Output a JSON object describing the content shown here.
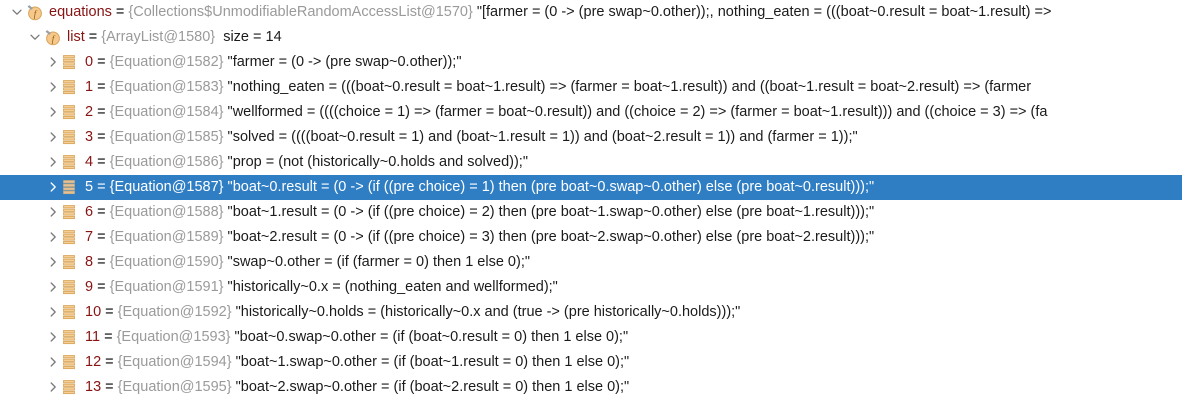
{
  "theme": {
    "background": "#ffffff",
    "selection_background": "#2f7ec4",
    "selection_text": "#ffffff",
    "name_color": "#871313",
    "type_color": "#9a9a9a",
    "value_color": "#1b1b1b",
    "icon_field_fill": "#f6c88a",
    "icon_field_stroke": "#c79345",
    "icon_list_fill": "#f5cb8c",
    "icon_list_stroke": "#c8984a"
  },
  "tree": {
    "rows": [
      {
        "indent": 0,
        "expanded": true,
        "has_children": true,
        "icon": "field-icon",
        "name": "equations",
        "equals": " = ",
        "type": "{Collections$UnmodifiableRandomAccessList@1570}",
        "value": " \"[farmer = (0 -> (pre swap~0.other));, nothing_eaten = (((boat~0.result = boat~1.result) =>",
        "selected": false
      },
      {
        "indent": 1,
        "expanded": true,
        "has_children": true,
        "icon": "field-icon",
        "name": "list",
        "equals": " = ",
        "type": "{ArrayList@1580}",
        "value": "  size = 14",
        "selected": false
      },
      {
        "indent": 2,
        "expanded": false,
        "has_children": true,
        "icon": "list-icon",
        "name": "0",
        "equals": " = ",
        "type": "{Equation@1582}",
        "value": " \"farmer = (0 -> (pre swap~0.other));\"",
        "selected": false
      },
      {
        "indent": 2,
        "expanded": false,
        "has_children": true,
        "icon": "list-icon",
        "name": "1",
        "equals": " = ",
        "type": "{Equation@1583}",
        "value": " \"nothing_eaten = (((boat~0.result = boat~1.result) => (farmer = boat~1.result)) and ((boat~1.result = boat~2.result) => (farmer",
        "selected": false
      },
      {
        "indent": 2,
        "expanded": false,
        "has_children": true,
        "icon": "list-icon",
        "name": "2",
        "equals": " = ",
        "type": "{Equation@1584}",
        "value": " \"wellformed = ((((choice = 1) => (farmer = boat~0.result)) and ((choice = 2) => (farmer = boat~1.result))) and ((choice = 3) => (fa",
        "selected": false
      },
      {
        "indent": 2,
        "expanded": false,
        "has_children": true,
        "icon": "list-icon",
        "name": "3",
        "equals": " = ",
        "type": "{Equation@1585}",
        "value": " \"solved = ((((boat~0.result = 1) and (boat~1.result = 1)) and (boat~2.result = 1)) and (farmer = 1));\"",
        "selected": false
      },
      {
        "indent": 2,
        "expanded": false,
        "has_children": true,
        "icon": "list-icon",
        "name": "4",
        "equals": " = ",
        "type": "{Equation@1586}",
        "value": " \"prop = (not (historically~0.holds and solved));\"",
        "selected": false
      },
      {
        "indent": 2,
        "expanded": false,
        "has_children": true,
        "icon": "list-icon",
        "name": "5",
        "equals": " = ",
        "type": "{Equation@1587}",
        "value": " \"boat~0.result = (0 -> (if ((pre choice) = 1) then (pre boat~0.swap~0.other) else (pre boat~0.result)));\"",
        "selected": true
      },
      {
        "indent": 2,
        "expanded": false,
        "has_children": true,
        "icon": "list-icon",
        "name": "6",
        "equals": " = ",
        "type": "{Equation@1588}",
        "value": " \"boat~1.result = (0 -> (if ((pre choice) = 2) then (pre boat~1.swap~0.other) else (pre boat~1.result)));\"",
        "selected": false
      },
      {
        "indent": 2,
        "expanded": false,
        "has_children": true,
        "icon": "list-icon",
        "name": "7",
        "equals": " = ",
        "type": "{Equation@1589}",
        "value": " \"boat~2.result = (0 -> (if ((pre choice) = 3) then (pre boat~2.swap~0.other) else (pre boat~2.result)));\"",
        "selected": false
      },
      {
        "indent": 2,
        "expanded": false,
        "has_children": true,
        "icon": "list-icon",
        "name": "8",
        "equals": " = ",
        "type": "{Equation@1590}",
        "value": " \"swap~0.other = (if (farmer = 0) then 1 else 0);\"",
        "selected": false
      },
      {
        "indent": 2,
        "expanded": false,
        "has_children": true,
        "icon": "list-icon",
        "name": "9",
        "equals": " = ",
        "type": "{Equation@1591}",
        "value": " \"historically~0.x = (nothing_eaten and wellformed);\"",
        "selected": false
      },
      {
        "indent": 2,
        "expanded": false,
        "has_children": true,
        "icon": "list-icon",
        "name": "10",
        "equals": " = ",
        "type": "{Equation@1592}",
        "value": " \"historically~0.holds = (historically~0.x and (true -> (pre historically~0.holds)));\"",
        "selected": false
      },
      {
        "indent": 2,
        "expanded": false,
        "has_children": true,
        "icon": "list-icon",
        "name": "11",
        "equals": " = ",
        "type": "{Equation@1593}",
        "value": " \"boat~0.swap~0.other = (if (boat~0.result = 0) then 1 else 0);\"",
        "selected": false
      },
      {
        "indent": 2,
        "expanded": false,
        "has_children": true,
        "icon": "list-icon",
        "name": "12",
        "equals": " = ",
        "type": "{Equation@1594}",
        "value": " \"boat~1.swap~0.other = (if (boat~1.result = 0) then 1 else 0);\"",
        "selected": false
      },
      {
        "indent": 2,
        "expanded": false,
        "has_children": true,
        "icon": "list-icon",
        "name": "13",
        "equals": " = ",
        "type": "{Equation@1595}",
        "value": " \"boat~2.swap~0.other = (if (boat~2.result = 0) then 1 else 0);\"",
        "selected": false
      }
    ]
  }
}
